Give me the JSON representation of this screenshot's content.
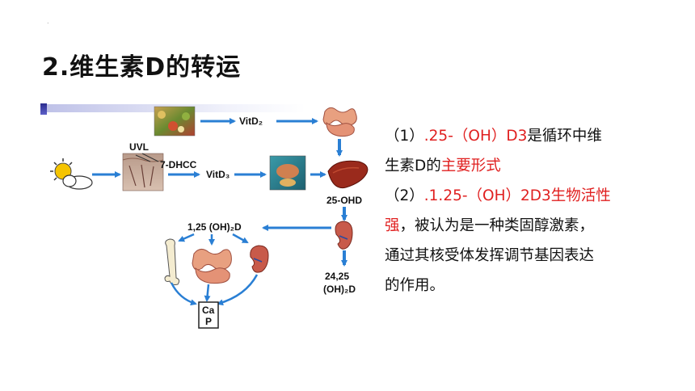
{
  "slide": {
    "marker": ".",
    "title": "2.维生素D的转运"
  },
  "diagram": {
    "labels": {
      "vitd2": "VitD2",
      "uvl": "UVL",
      "dhcc": "7-DHCC",
      "vitd3": "VitD3",
      "ohd25": "25-OHD",
      "oh2d125": "1,25 (OH)2D",
      "oh2d2425_line1": "24,25",
      "oh2d2425_line2": "(OH)2D",
      "ca": "Ca",
      "p": "P"
    },
    "colors": {
      "arrow": "#2a7fd4",
      "arrow_dark": "#1f5fa8"
    }
  },
  "text": {
    "p1": {
      "prefix": "（1）",
      "red": ".25-（OH）D3",
      "black": "是循环中维",
      "line2_black": "生素D的",
      "line2_red": "主要形式"
    },
    "p2": {
      "prefix": "（2）",
      "red": ".1.25-（OH）2D3生物活性",
      "line2_red": "强",
      "line2_black": "，被认为是一种类固醇激素，",
      "line3": "通过其核受体发挥调节基因表达",
      "line4": "的作用。"
    }
  }
}
